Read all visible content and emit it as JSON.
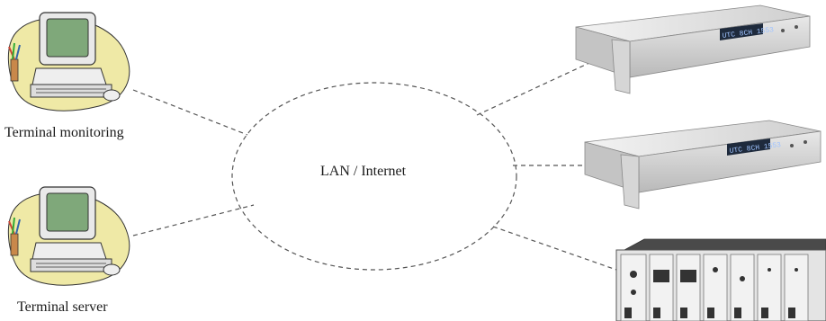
{
  "diagram": {
    "nodes": [
      {
        "id": "terminal-monitoring",
        "label": "Terminal monitoring",
        "icon": "computer-workstation-icon"
      },
      {
        "id": "terminal-server",
        "label": "Terminal server",
        "icon": "computer-workstation-icon"
      },
      {
        "id": "lan-internet",
        "label": "LAN / Internet",
        "shape": "dashed-ellipse"
      },
      {
        "id": "device-1",
        "label": "",
        "icon": "rack-mount-time-server-icon",
        "display": "UTC 8CH 1553"
      },
      {
        "id": "device-2",
        "label": "",
        "icon": "rack-mount-time-server-icon",
        "display": "UTC 8CH 1553"
      },
      {
        "id": "device-3",
        "label": "",
        "icon": "rack-chassis-modules-icon"
      }
    ],
    "edges": [
      {
        "from": "terminal-monitoring",
        "to": "lan-internet",
        "style": "dashed"
      },
      {
        "from": "terminal-server",
        "to": "lan-internet",
        "style": "dashed"
      },
      {
        "from": "lan-internet",
        "to": "device-1",
        "style": "dashed"
      },
      {
        "from": "lan-internet",
        "to": "device-2",
        "style": "dashed"
      },
      {
        "from": "lan-internet",
        "to": "device-3",
        "style": "dashed"
      }
    ],
    "colors": {
      "monitor_blob": "#efe9a6",
      "monitor_screen": "#7fa87a",
      "device_body": "#d9d9d9",
      "device_display": "#1e2a3c",
      "display_text": "#9fc3ff",
      "line": "#555555"
    }
  }
}
